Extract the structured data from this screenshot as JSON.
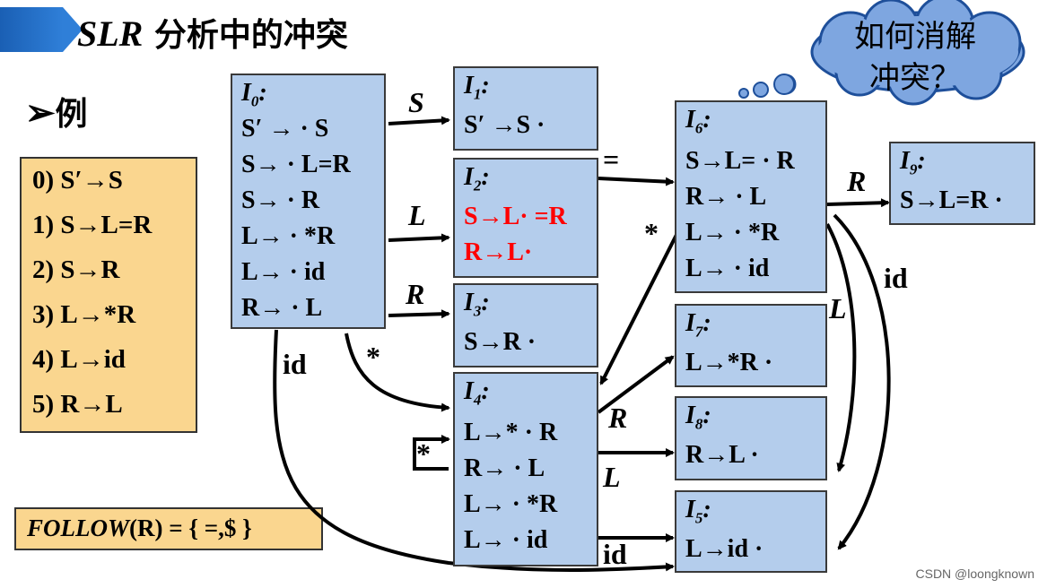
{
  "title": {
    "slr": "SLR",
    "rest": " 分析中的冲突"
  },
  "example": {
    "bullet": "➢",
    "label": "例"
  },
  "grammar": [
    "0) S′→S",
    "1) S→L=R",
    "2) S→R",
    "3) L→*R",
    "4) L→id",
    "5) R→L"
  ],
  "follow": {
    "fn": "FOLLOW",
    "arg": "(R)",
    "rest": " = { =,$ }"
  },
  "cloud": {
    "line1": "如何消解",
    "line2": "冲突？"
  },
  "states": {
    "I0": {
      "name": "I",
      "sub": "0",
      "items": [
        "S′ → · S",
        "S→ · L=R",
        "S→ · R",
        "L→ · *R",
        "L→ · id",
        "R→ · L"
      ]
    },
    "I1": {
      "name": "I",
      "sub": "1",
      "items": [
        "S′ →S ·"
      ]
    },
    "I2": {
      "name": "I",
      "sub": "2",
      "items": [
        "S→L· =R",
        "R→L·"
      ]
    },
    "I3": {
      "name": "I",
      "sub": "3",
      "items": [
        "S→R ·"
      ]
    },
    "I4": {
      "name": "I",
      "sub": "4",
      "items": [
        "L→* · R",
        "R→ · L",
        "L→ · *R",
        "L→ · id"
      ]
    },
    "I5": {
      "name": "I",
      "sub": "5",
      "items": [
        "L→id ·"
      ]
    },
    "I6": {
      "name": "I",
      "sub": "6",
      "items": [
        "S→L= · R",
        "R→ · L",
        "L→ · *R",
        "L→ · id"
      ]
    },
    "I7": {
      "name": "I",
      "sub": "7",
      "items": [
        "L→*R ·"
      ]
    },
    "I8": {
      "name": "I",
      "sub": "8",
      "items": [
        "R→L ·"
      ]
    },
    "I9": {
      "name": "I",
      "sub": "9",
      "items": [
        "S→L=R ·"
      ]
    }
  },
  "edges": {
    "e01": "S",
    "e02": "L",
    "e03": "R",
    "e04": "*",
    "e05": "id",
    "e26": "=",
    "e64": "*",
    "e69": "R",
    "e68": "L",
    "e65": "id",
    "e44": "*",
    "e47": "R",
    "e48": "L",
    "e45": "id"
  },
  "watermark": "CSDN @loongknown"
}
